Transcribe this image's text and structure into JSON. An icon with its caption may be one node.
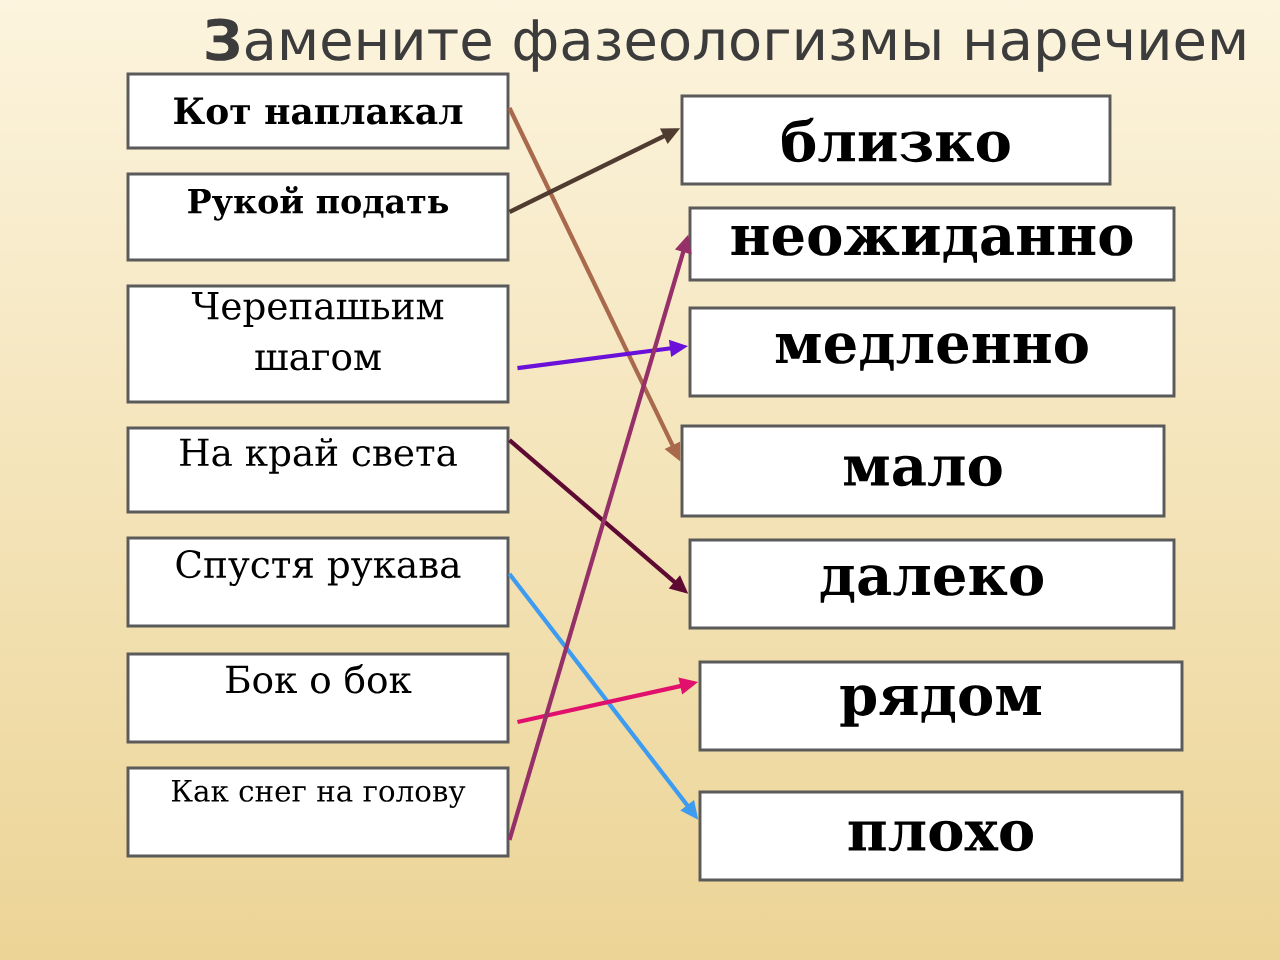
{
  "diagram": {
    "title": "**З**амените фазеологизмы наречием",
    "nodes": [
      {
        "text": [
          "Кот наплакал"
        ]
      },
      {
        "text": [
          "Рукой подать"
        ]
      },
      {
        "text": [
          "Черепашьим шагом"
        ]
      },
      {
        "text": [
          "На край света"
        ]
      },
      {
        "text": [
          "Спустя рукава"
        ]
      },
      {
        "text": [
          "Бок о бок"
        ]
      },
      {
        "text": [
          "Как снег на голову"
        ]
      },
      {
        "text": [
          "близко"
        ]
      },
      {
        "text": [
          "неожиданно"
        ]
      },
      {
        "text": [
          "медленно"
        ]
      },
      {
        "text": [
          "мало"
        ]
      },
      {
        "text": [
          "далеко"
        ]
      },
      {
        "text": [
          "рядом"
        ]
      },
      {
        "text": [
          "плохо"
        ]
      }
    ],
    "edges": [
      {
        "from": 0,
        "to": 10,
        "arrow": "to",
        "color": "#a8694c"
      },
      {
        "from": 1,
        "to": 7,
        "arrow": "to",
        "color": "#4f3b2f"
      },
      {
        "from": 2,
        "to": 9,
        "arrow": "to",
        "color": "#6b10d8"
      },
      {
        "from": 3,
        "to": 11,
        "arrow": "to",
        "color": "#5e0a32"
      },
      {
        "from": 4,
        "to": 13,
        "arrow": "to",
        "color": "#3d9bf0"
      },
      {
        "from": 5,
        "to": 12,
        "arrow": "to",
        "color": "#e0106c"
      },
      {
        "from": 6,
        "to": 8,
        "arrow": "to",
        "color": "#963068"
      }
    ]
  }
}
